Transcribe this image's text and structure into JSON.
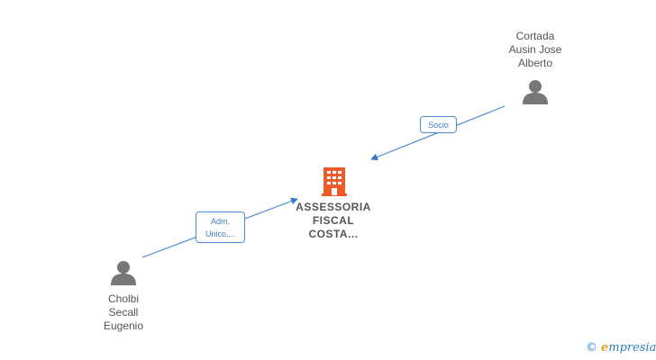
{
  "nodes": {
    "company": {
      "lines": [
        "ASSESSORIA",
        "FISCAL",
        "COSTA..."
      ]
    },
    "person_top": {
      "lines": [
        "Cortada",
        "Ausin Jose",
        "Alberto"
      ]
    },
    "person_bottom": {
      "lines": [
        "Cholbi",
        "Secall",
        "Eugenio"
      ]
    }
  },
  "edges": {
    "socio": {
      "lines": [
        "Socio"
      ]
    },
    "adm": {
      "lines": [
        "Adm.",
        "Unico,..."
      ]
    }
  },
  "brand": {
    "copyright": "©",
    "initial": "e",
    "rest": "mpresia"
  },
  "colors": {
    "company": "#f05a28",
    "person": "#777777",
    "edge": "#4a8ad4"
  },
  "icons": {
    "company": "building-icon",
    "person": "person-icon"
  }
}
